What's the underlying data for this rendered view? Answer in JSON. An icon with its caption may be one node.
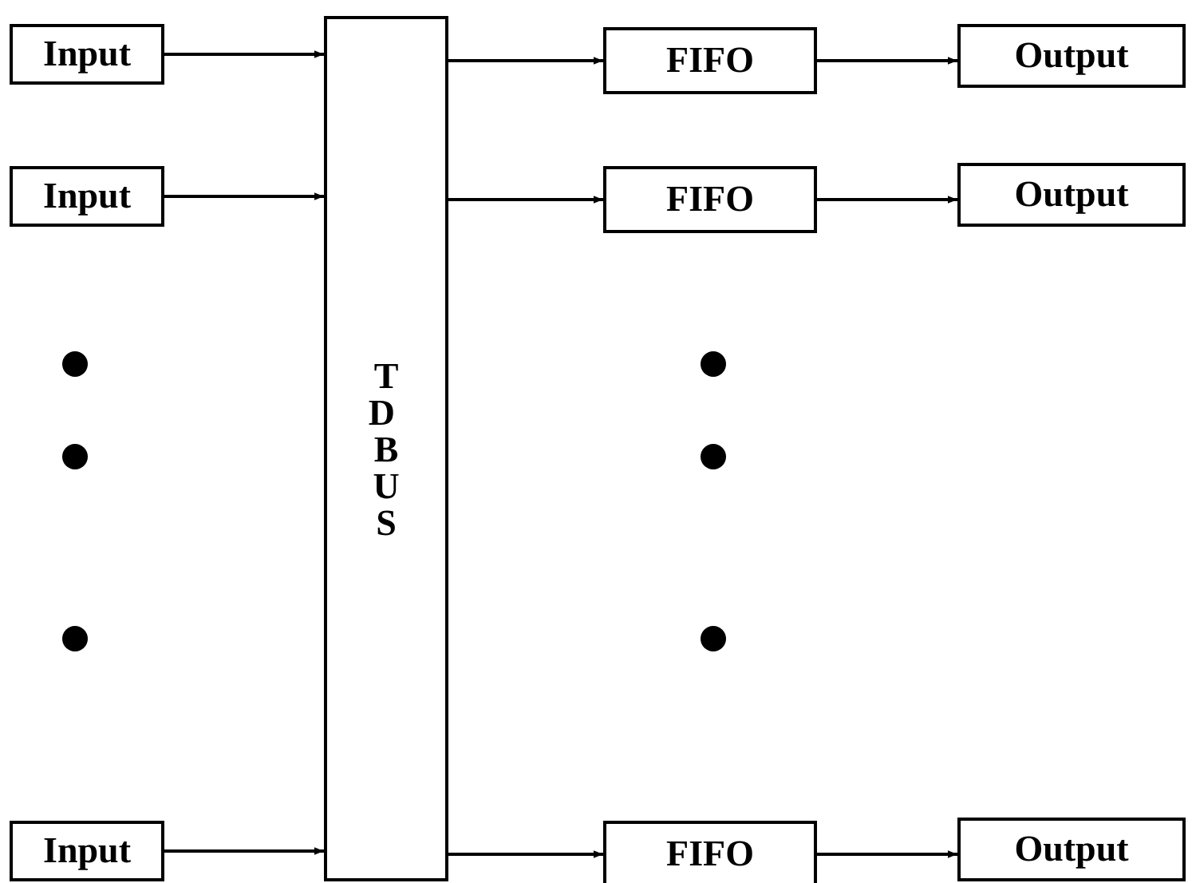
{
  "diagram": {
    "nodes": [
      {
        "text": [
          "Input"
        ]
      },
      {
        "text": [
          "Input"
        ]
      },
      {
        "text": [
          "Input"
        ]
      },
      {
        "text": [
          "TD BUS"
        ]
      },
      {
        "text": [
          "FIFO"
        ]
      },
      {
        "text": [
          "FIFO"
        ]
      },
      {
        "text": [
          "FIFO"
        ]
      },
      {
        "text": [
          "Output"
        ]
      },
      {
        "text": [
          "Output"
        ]
      },
      {
        "text": [
          "Output"
        ]
      }
    ],
    "edges": [
      {
        "from": 0,
        "to": 3,
        "arrow": "to"
      },
      {
        "from": 1,
        "to": 3,
        "arrow": "to"
      },
      {
        "from": 2,
        "to": 3,
        "arrow": "to"
      },
      {
        "from": 3,
        "to": 4,
        "arrow": "to"
      },
      {
        "from": 3,
        "to": 5,
        "arrow": "to"
      },
      {
        "from": 3,
        "to": 6,
        "arrow": "to"
      },
      {
        "from": 4,
        "to": 7,
        "arrow": "to"
      },
      {
        "from": 5,
        "to": 8,
        "arrow": "to"
      },
      {
        "from": 6,
        "to": 9,
        "arrow": "to"
      }
    ]
  }
}
